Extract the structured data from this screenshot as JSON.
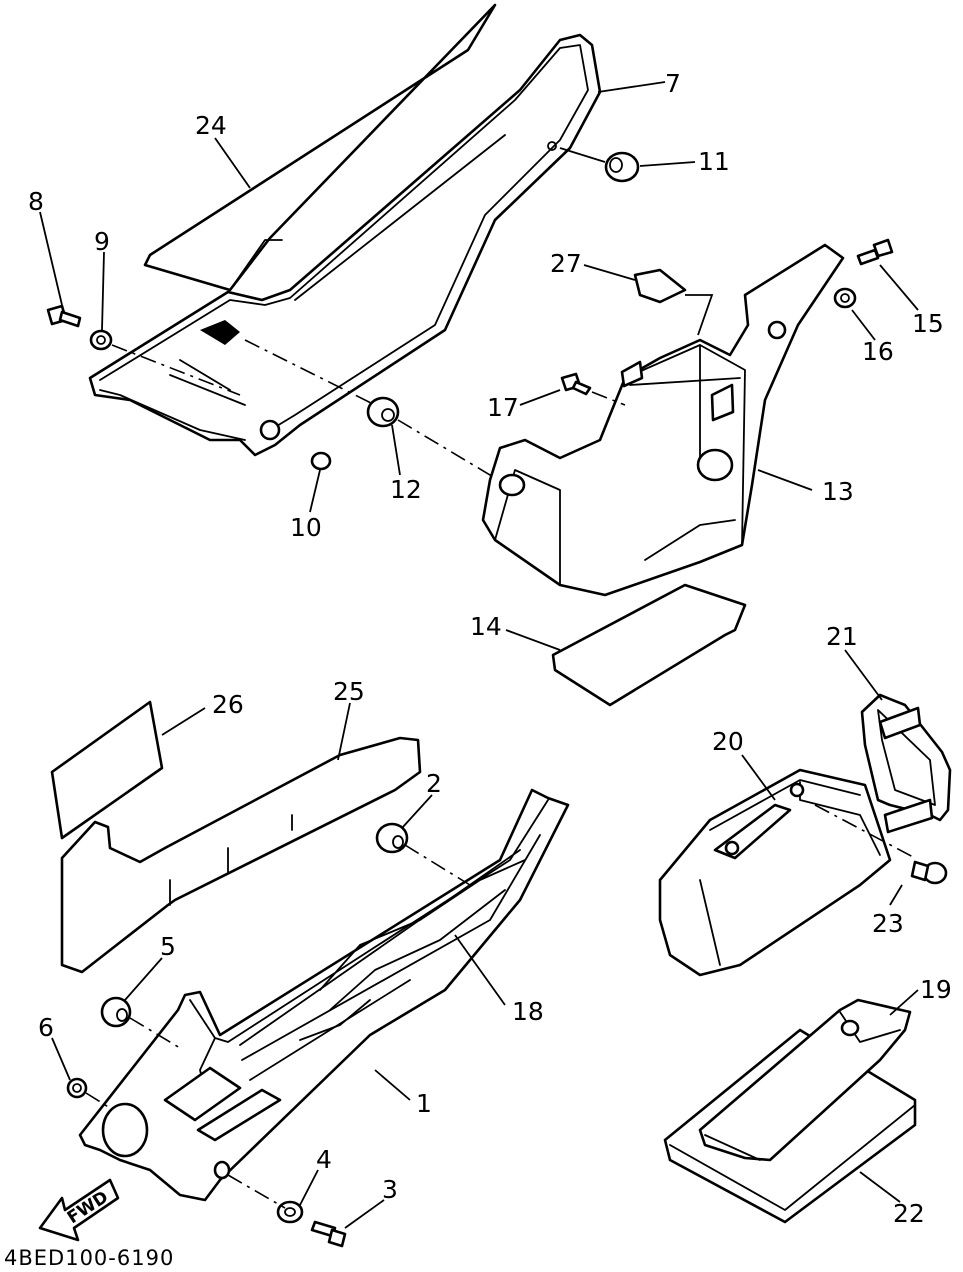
{
  "callouts": {
    "c1": "1",
    "c2": "2",
    "c3": "3",
    "c4": "4",
    "c5": "5",
    "c6": "6",
    "c7": "7",
    "c8": "8",
    "c9": "9",
    "c10": "10",
    "c11": "11",
    "c12": "12",
    "c13": "13",
    "c14": "14",
    "c15": "15",
    "c16": "16",
    "c17": "17",
    "c18": "18",
    "c19": "19",
    "c20": "20",
    "c21": "21",
    "c22": "22",
    "c23": "23",
    "c24": "24",
    "c25": "25",
    "c26": "26",
    "c27": "27"
  },
  "fwd_label": "FWD",
  "drawing_code": "4BED100-6190"
}
